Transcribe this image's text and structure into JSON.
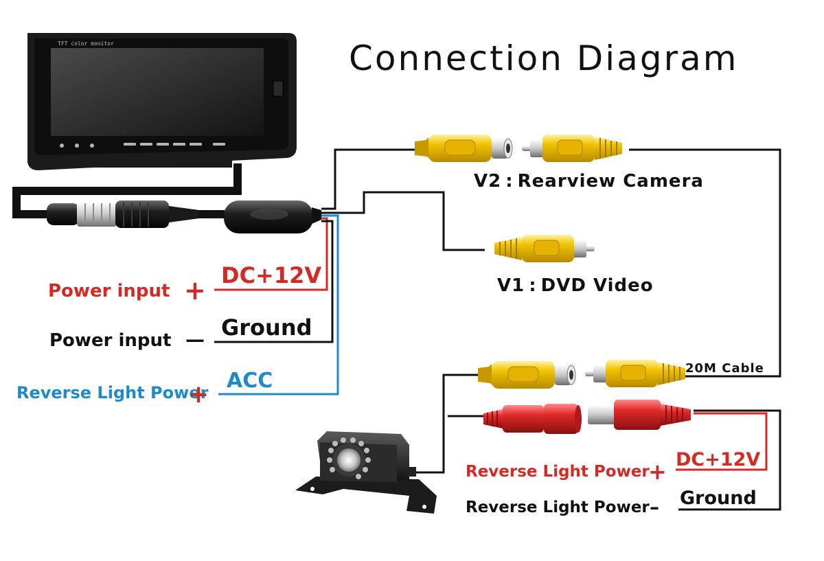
{
  "title": "Connection Diagram",
  "monitor": {
    "brand_text": "TFT color monitor"
  },
  "rca": {
    "v2_label": "V2",
    "v2_sep": ":",
    "v2_text": "Rearview  Camera",
    "v1_label": "V1",
    "v1_sep": ":",
    "v1_text": "DVD  Video"
  },
  "cable_label": "20M  Cable",
  "power_wires": [
    {
      "label": "Power  input",
      "sign": "+",
      "value": "DC+12V",
      "color": "#d42a25"
    },
    {
      "label": "Power  input",
      "sign": "—",
      "value": "Ground",
      "color": "#111111"
    },
    {
      "label": "Reverse  Light  Power",
      "sign": "+",
      "value": "ACC",
      "color": "#1f8ac8"
    }
  ],
  "camera_wires": [
    {
      "label": "Reverse  Light  Power",
      "sign": "+",
      "value": "DC+12V",
      "color": "#d42a25"
    },
    {
      "label": "Reverse  Light  Power",
      "sign": "–",
      "value": "Ground",
      "color": "#111111"
    }
  ],
  "colors": {
    "plug_yellow": "#e8b800",
    "plug_red": "#d8262b",
    "wire_black": "#111111",
    "wire_red": "#d42a25",
    "wire_blue": "#1f8ac8"
  }
}
